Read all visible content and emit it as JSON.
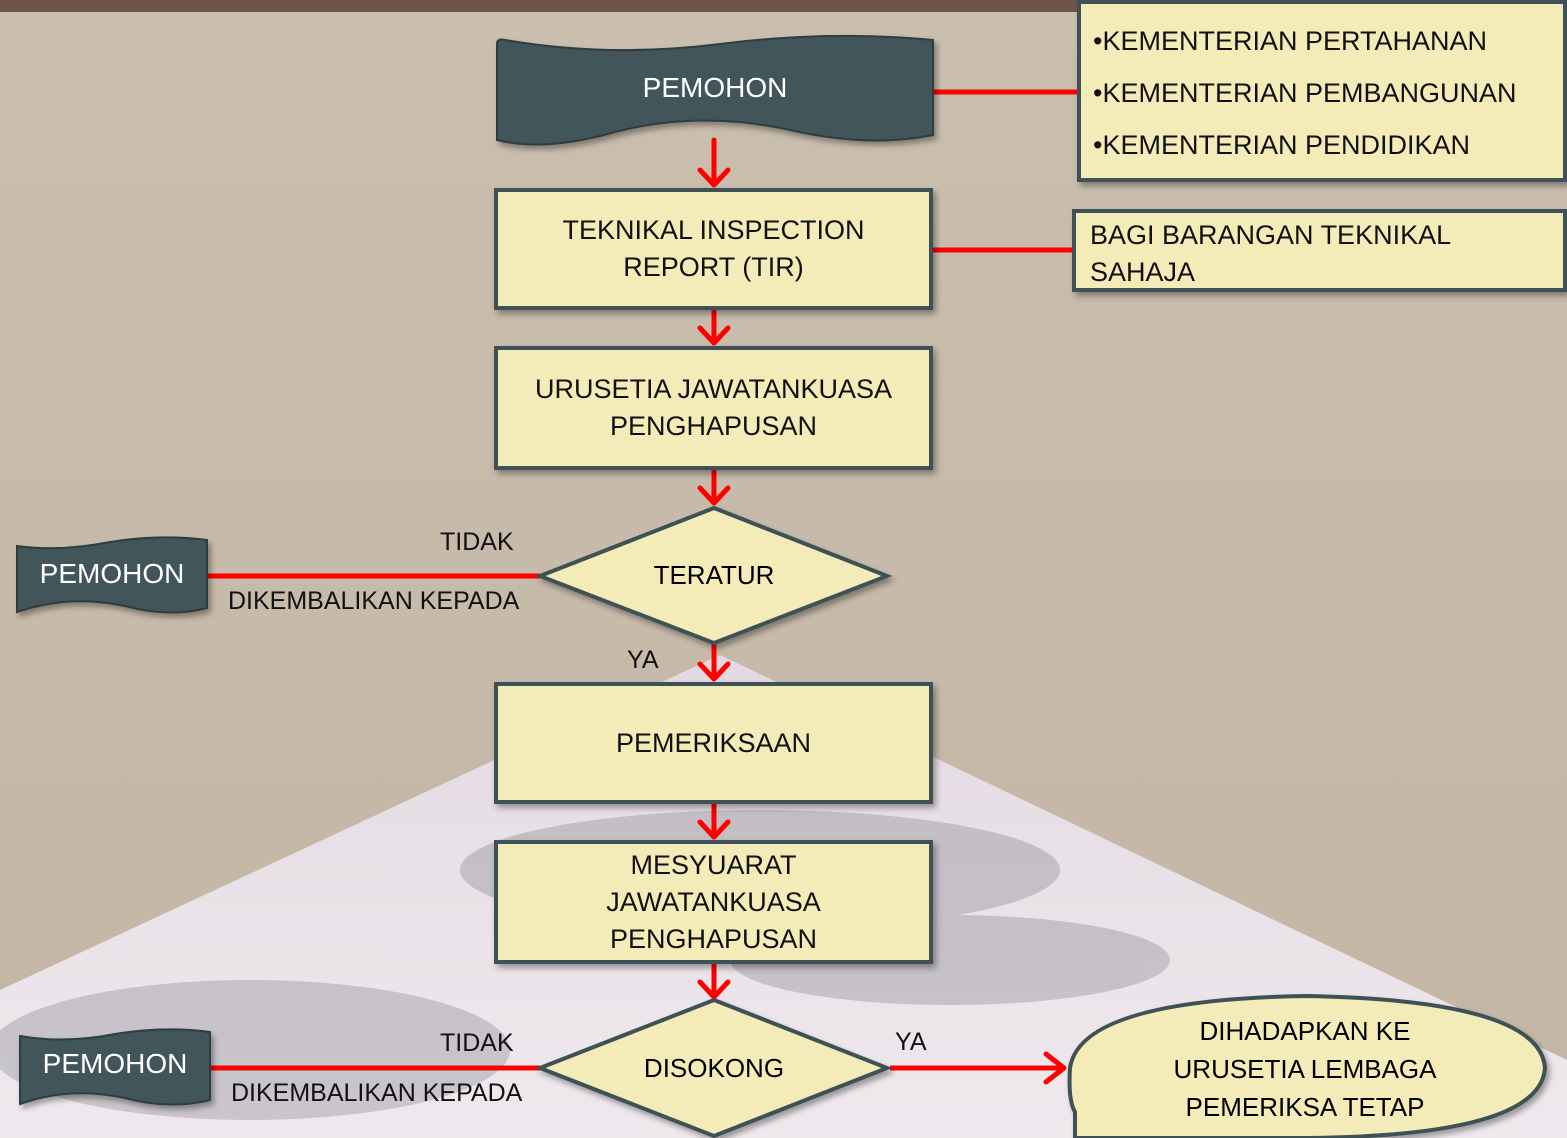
{
  "diagram": {
    "start": "PEMOHON",
    "ministries": [
      "•KEMENTERIAN PERTAHANAN",
      "•KEMENTERIAN PEMBANGUNAN",
      "•KEMENTERIAN PENDIDIKAN"
    ],
    "tir": "TEKNIKAL INSPECTION REPORT (TIR)",
    "tir_note": "BAGI BARANGAN TEKNIKAL SAHAJA",
    "secretariat": "URUSETIA JAWATANKUASA PENGHAPUSAN",
    "decision1": {
      "label": "TERATUR",
      "no_label": "TIDAK",
      "yes_label": "YA",
      "return_label": "DIKEMBALIKAN KEPADA",
      "return_target": "PEMOHON"
    },
    "inspection": "PEMERIKSAAN",
    "meeting": "MESYUARAT JAWATANKUASA PENGHAPUSAN",
    "decision2": {
      "label": "DISOKONG",
      "no_label": "TIDAK",
      "yes_label": "YA",
      "return_label": "DIKEMBALIKAN KEPADA",
      "return_target": "PEMOHON"
    },
    "final": "DIHADAPKAN KE URUSETIA LEMBAGA PEMERIKSA TETAP"
  },
  "colors": {
    "box_fill": "#f4ecb8",
    "box_border": "#3f5157",
    "doc_fill": "#42555a",
    "connector": "#ff0000",
    "background_top": "#c9bdae",
    "background_floor": "#e8e2e8"
  }
}
